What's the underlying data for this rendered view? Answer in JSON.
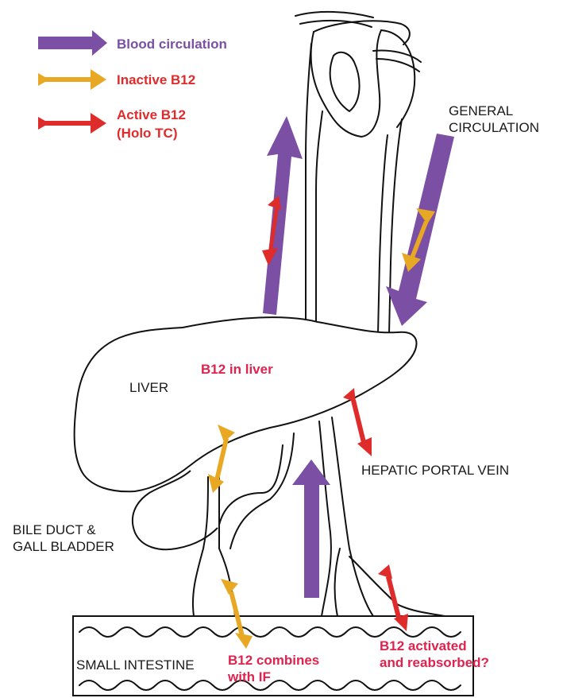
{
  "colors": {
    "blood": "#7b4fa3",
    "inactive": "#e8a823",
    "active": "#e02b2b",
    "note": "#e0234e",
    "outline": "#111111"
  },
  "legend": [
    {
      "label": "Blood circulation",
      "color": "#7b4fa3",
      "arrow": "purple-block-arrow-icon"
    },
    {
      "label": "Inactive B12",
      "color": "#e8a823",
      "arrow": "orange-double-arrow-icon"
    },
    {
      "label": "Active B12",
      "label2": "(Holo TC)",
      "color": "#e02b2b",
      "arrow": "red-double-arrow-icon"
    }
  ],
  "labels": {
    "general_circulation_1": "GENERAL",
    "general_circulation_2": "CIRCULATION",
    "liver": "LIVER",
    "b12_in_liver": "B12 in liver",
    "hepatic_portal_vein": "HEPATIC PORTAL VEIN",
    "bile_duct_1": "BILE DUCT &",
    "bile_duct_2": "GALL BLADDER",
    "small_intestine": "SMALL INTESTINE",
    "b12_combines_1": "B12 combines",
    "b12_combines_2": "with IF",
    "b12_activated_1": "B12 activated",
    "b12_activated_2": "and reabsorbed?"
  }
}
